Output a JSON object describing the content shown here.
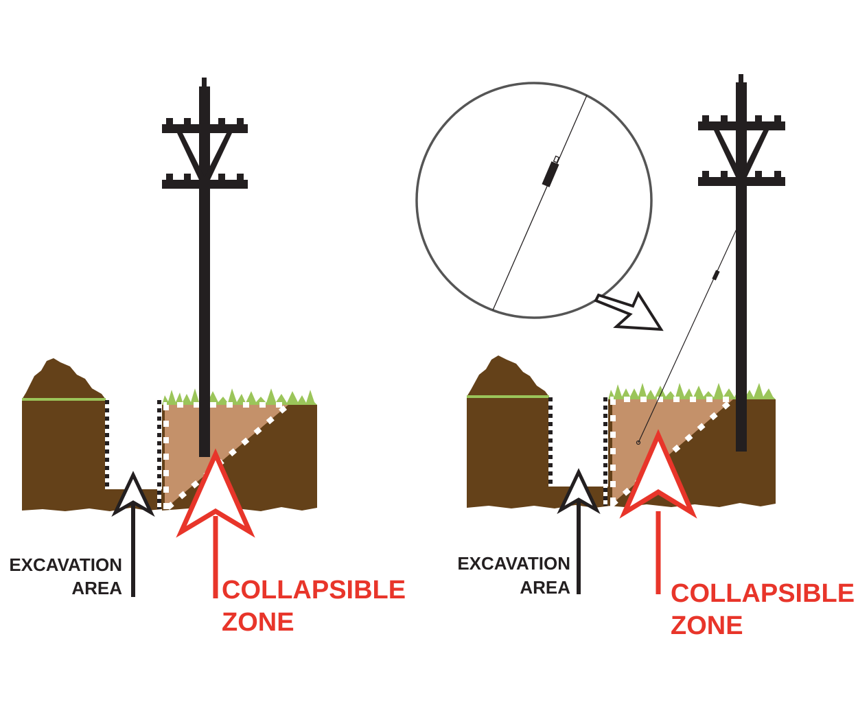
{
  "panels": [
    {
      "excavation_label_line1": "EXCAVATION",
      "excavation_label_line2": "AREA",
      "collapsible_label_line1": "COLLAPSIBLE",
      "collapsible_label_line2": "ZONE"
    },
    {
      "excavation_label_line1": "EXCAVATION",
      "excavation_label_line2": "AREA",
      "collapsible_label_line1": "COLLAPSIBLE",
      "collapsible_label_line2": "ZONE"
    }
  ],
  "colors": {
    "soil": "#644119",
    "collapse_zone": "#c4916a",
    "grass": "#9bc55a",
    "pole": "#231f20",
    "label_dark": "#231f20",
    "label_red": "#e8352a",
    "callout": "#555555"
  },
  "icons": {
    "excavation_arrow": "arrow-up-outline-icon",
    "collapse_arrow": "arrow-up-outline-red-icon",
    "guy_wire_anchor": "guy-wire-insulator-icon"
  }
}
